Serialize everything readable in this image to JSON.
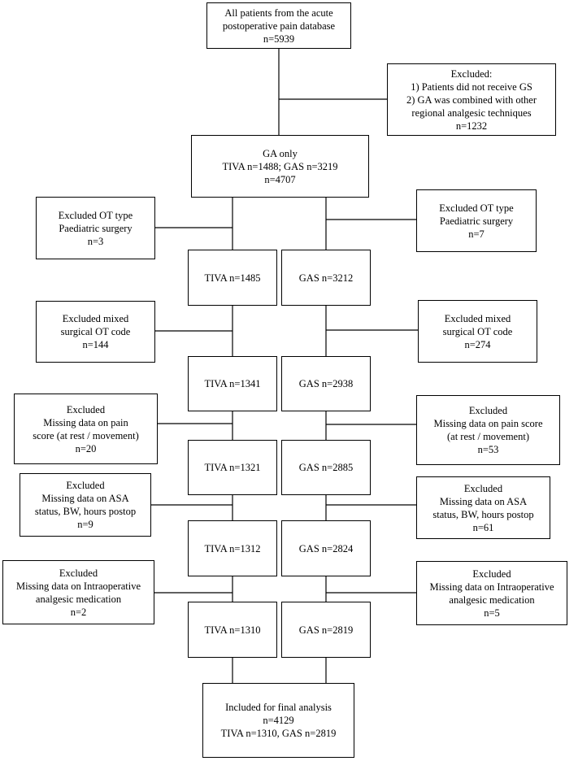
{
  "nodes": {
    "all_patients": [
      "All patients from the acute",
      "postoperative pain database",
      "n=5939"
    ],
    "excluded_top": [
      "Excluded:",
      "1) Patients did not receive GS",
      "2) GA was combined with other",
      "regional analgesic techniques",
      "n=1232"
    ],
    "ga_only": [
      "GA only",
      "TIVA n=1488; GAS n=3219",
      "n=4707"
    ],
    "excl_ot_left": [
      "Excluded OT type",
      "Paediatric surgery",
      "n=3"
    ],
    "excl_ot_right": [
      "Excluded OT type",
      "Paediatric surgery",
      "n=7"
    ],
    "tiva_1": [
      "TIVA n=1485"
    ],
    "gas_1": [
      "GAS n=3212"
    ],
    "excl_mixed_left": [
      "Excluded mixed",
      "surgical OT code",
      "n=144"
    ],
    "excl_mixed_right": [
      "Excluded mixed",
      "surgical OT code",
      "n=274"
    ],
    "tiva_2": [
      "TIVA n=1341"
    ],
    "gas_2": [
      "GAS n=2938"
    ],
    "excl_pain_left": [
      "Excluded",
      "Missing data on pain",
      "score (at rest / movement)",
      "n=20"
    ],
    "excl_pain_right": [
      "Excluded",
      "Missing data on pain score",
      "(at rest / movement)",
      "n=53"
    ],
    "tiva_3": [
      "TIVA n=1321"
    ],
    "gas_3": [
      "GAS n=2885"
    ],
    "excl_asa_left": [
      "Excluded",
      "Missing data on ASA",
      "status, BW, hours postop",
      "n=9"
    ],
    "excl_asa_right": [
      "Excluded",
      "Missing data on ASA",
      "status, BW, hours postop",
      "n=61"
    ],
    "tiva_4": [
      "TIVA n=1312"
    ],
    "gas_4": [
      "GAS n=2824"
    ],
    "excl_intraop_left": [
      "Excluded",
      "Missing data on Intraoperative",
      "analgesic medication",
      "n=2"
    ],
    "excl_intraop_right": [
      "Excluded",
      "Missing data on Intraoperative",
      "analgesic medication",
      "n=5"
    ],
    "tiva_5": [
      "TIVA n=1310"
    ],
    "gas_5": [
      "GAS n=2819"
    ],
    "final": [
      "Included for final analysis",
      "n=4129",
      "TIVA n=1310, GAS n=2819"
    ]
  }
}
